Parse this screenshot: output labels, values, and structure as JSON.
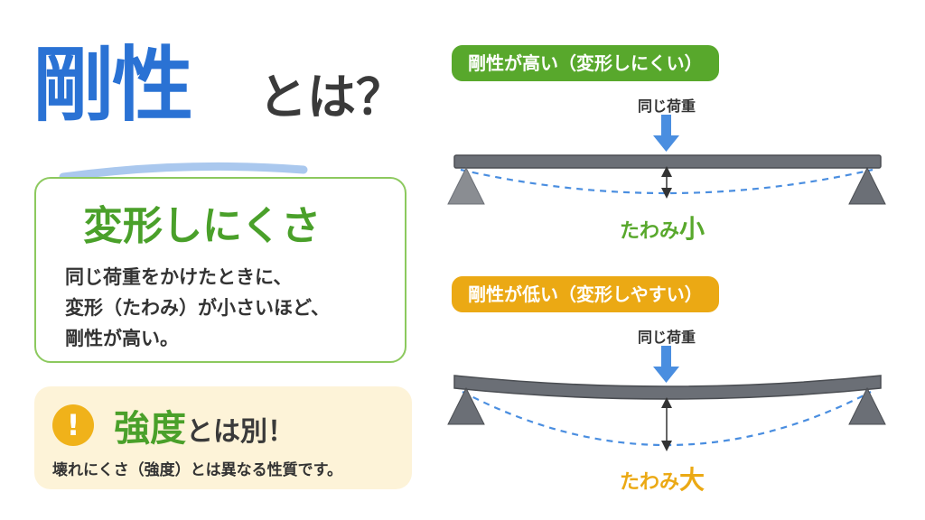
{
  "title": {
    "main": "剛性",
    "sub": "とは？"
  },
  "definition": {
    "heading": "変形しにくさ",
    "line1": "同じ荷重をかけたときに、",
    "line2": "変形（たわみ）が小さいほど、",
    "line3": "剛性が高い。"
  },
  "note": {
    "icon_text": "!",
    "heading_emph": "強度",
    "heading_rest": "とは別！",
    "body": "壊れにくさ（強度）とは異なる性質です。"
  },
  "high_stiffness": {
    "label": "剛性が高い（変形しにくい）",
    "load_label": "同じ荷重",
    "deflection_prefix": "たわみ",
    "deflection_size": "小"
  },
  "low_stiffness": {
    "label": "剛性が低い（変形しやすい）",
    "load_label": "同じ荷重",
    "deflection_prefix": "たわみ",
    "deflection_size": "大"
  },
  "colors": {
    "blue": "#2a72d4",
    "green": "#58a82c",
    "orange": "#eba914",
    "beam": "#6b6f76",
    "arrow": "#4a8ee0"
  },
  "icons": [
    "warning-exclamation-icon",
    "down-arrow-icon",
    "support-triangle-icon",
    "dimension-arrow-icon"
  ]
}
